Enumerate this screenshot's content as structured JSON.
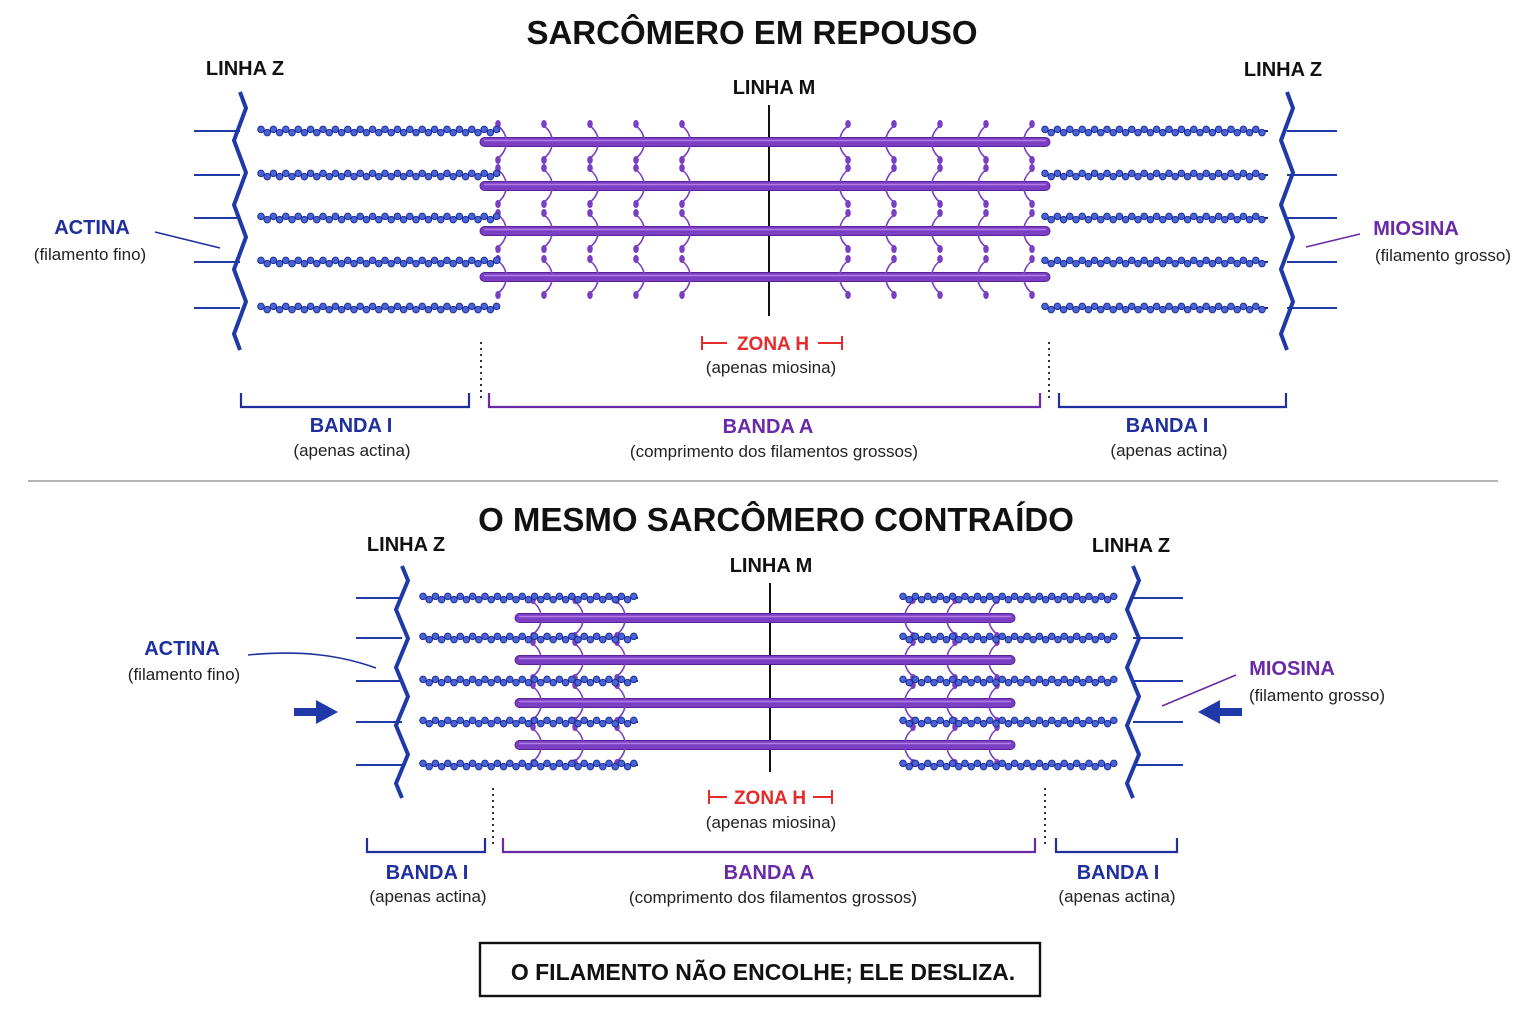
{
  "colors": {
    "actin": "#2c3fb8",
    "actin_bead": "#4a62d8",
    "myosin": "#7a3fc2",
    "myosin_light": "#b07ce6",
    "zline": "#1f3aa8",
    "hzone": "#e52b2b",
    "text": "#111111"
  },
  "top": {
    "title": "SARCÔMERO EM REPOUSO",
    "zline_left": "LINHA Z",
    "zline_right": "LINHA Z",
    "mline": "LINHA M",
    "actin_label": "ACTINA",
    "actin_sub": "(filamento fino)",
    "myosin_label": "MIOSINA",
    "myosin_sub": "(filamento grosso)",
    "hzone_label": "ZONA H",
    "hzone_sub": "(apenas miosina)",
    "band_i_left": "BANDA I",
    "band_i_left_sub": "(apenas actina)",
    "band_a": "BANDA A",
    "band_a_sub": "(comprimento dos filamentos grossos)",
    "band_i_right": "BANDA I",
    "band_i_right_sub": "(apenas actina)"
  },
  "bottom": {
    "title": "O MESMO SARCÔMERO CONTRAÍDO",
    "zline_left": "LINHA Z",
    "zline_right": "LINHA Z",
    "mline": "LINHA M",
    "actin_label": "ACTINA",
    "actin_sub": "(filamento fino)",
    "myosin_label": "MIOSINA",
    "myosin_sub": "(filamento grosso)",
    "hzone_label": "ZONA H",
    "hzone_sub": "(apenas miosina)",
    "band_i_left": "BANDA I",
    "band_i_left_sub": "(apenas actina)",
    "band_a": "BANDA A",
    "band_a_sub": "(comprimento dos filamentos grossos)",
    "band_i_right": "BANDA I",
    "band_i_right_sub": "(apenas actina)"
  },
  "conclusion": "O FILAMENTO NÃO ENCOLHE; ELE DESLIZA."
}
